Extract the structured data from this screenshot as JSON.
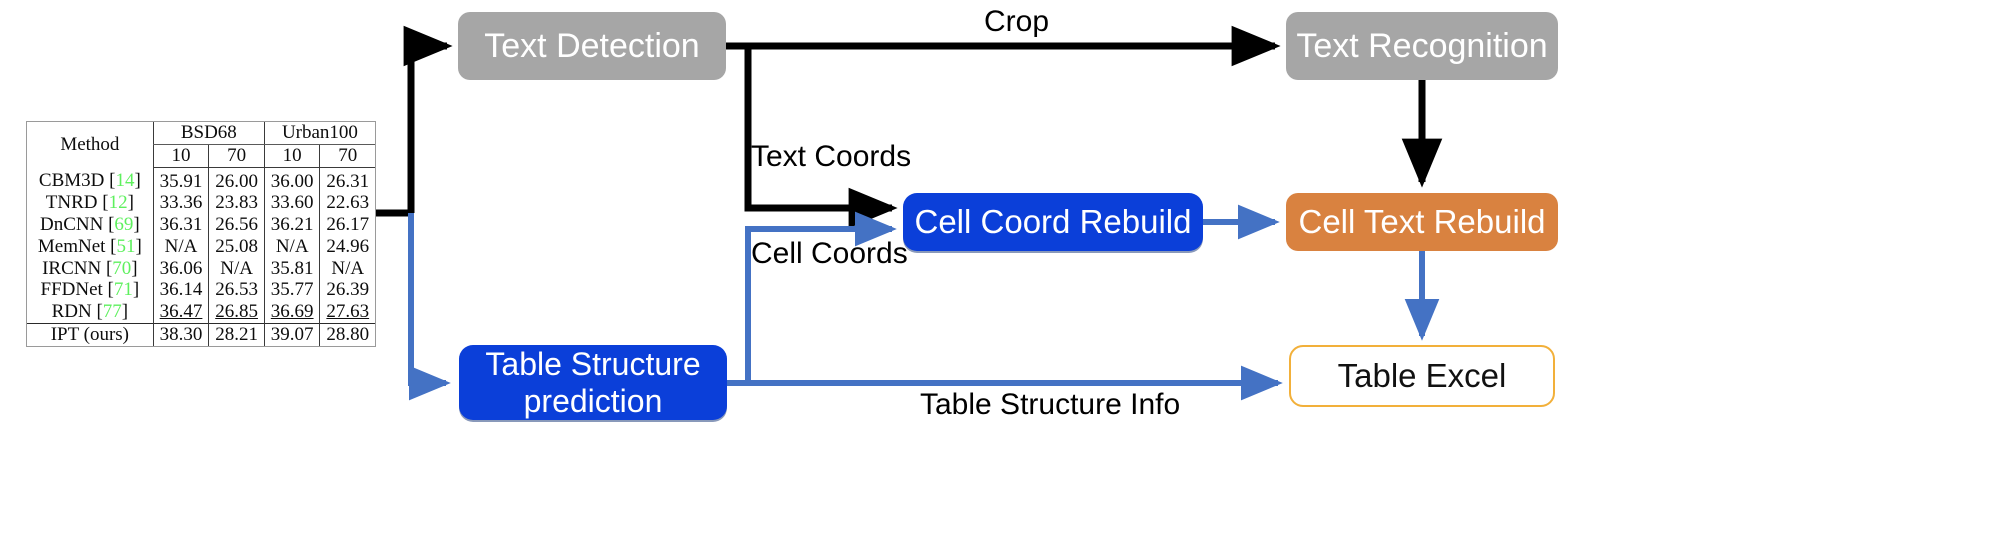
{
  "diagram": {
    "nodes": [
      {
        "id": "text-detection",
        "label": "Text Detection",
        "fill": "#a6a6a6",
        "text_color": "#ffffff"
      },
      {
        "id": "text-recognition",
        "label": "Text Recognition",
        "fill": "#a6a6a6",
        "text_color": "#ffffff"
      },
      {
        "id": "cell-coord-rebuild",
        "label": "Cell Coord Rebuild",
        "fill": "#0b3fd9",
        "text_color": "#ffffff"
      },
      {
        "id": "cell-text-rebuild",
        "label": "Cell Text Rebuild",
        "fill": "#d98240",
        "text_color": "#ffffff"
      },
      {
        "id": "table-structure-prediction",
        "label_line1": "Table Structure",
        "label_line2": "prediction",
        "fill": "#0b3fd9",
        "text_color": "#ffffff"
      },
      {
        "id": "table-excel",
        "label": "Table Excel",
        "fill": "#ffffff",
        "border": "#f2b03a",
        "text_color": "#111111"
      }
    ],
    "edge_labels": {
      "crop": "Crop",
      "text_coords": "Text Coords",
      "cell_coords": "Cell Coords",
      "table_structure_info": "Table Structure Info"
    },
    "colors": {
      "black_arrow": "#000000",
      "blue_arrow": "#4472c4",
      "gray_node": "#a6a6a6",
      "blue_node": "#0b3fd9",
      "orange_node": "#d98240",
      "excel_border": "#f2b03a",
      "reference_green": "#5ef05e"
    }
  },
  "paper_table": {
    "caption": "",
    "group_headers": [
      "Method",
      "BSD68",
      "Urban100"
    ],
    "sub_headers": [
      "10",
      "70",
      "10",
      "70"
    ],
    "rows": [
      {
        "method": "CBM3D",
        "ref": "14",
        "values": [
          "35.91",
          "26.00",
          "36.00",
          "26.31"
        ],
        "style": "normal"
      },
      {
        "method": "TNRD",
        "ref": "12",
        "values": [
          "33.36",
          "23.83",
          "33.60",
          "22.63"
        ],
        "style": "normal"
      },
      {
        "method": "DnCNN",
        "ref": "69",
        "values": [
          "36.31",
          "26.56",
          "36.21",
          "26.17"
        ],
        "style": "normal"
      },
      {
        "method": "MemNet",
        "ref": "51",
        "values": [
          "N/A",
          "25.08",
          "N/A",
          "24.96"
        ],
        "style": "normal"
      },
      {
        "method": "IRCNN",
        "ref": "70",
        "values": [
          "36.06",
          "N/A",
          "35.81",
          "N/A"
        ],
        "style": "normal"
      },
      {
        "method": "FFDNet",
        "ref": "71",
        "values": [
          "36.14",
          "26.53",
          "35.77",
          "26.39"
        ],
        "style": "normal"
      },
      {
        "method": "RDN",
        "ref": "77",
        "values": [
          "36.47",
          "26.85",
          "36.69",
          "27.63"
        ],
        "style": "underline"
      },
      {
        "method": "IPT (ours)",
        "ref": "",
        "values": [
          "38.30",
          "28.21",
          "39.07",
          "28.80"
        ],
        "style": "bold"
      }
    ]
  }
}
